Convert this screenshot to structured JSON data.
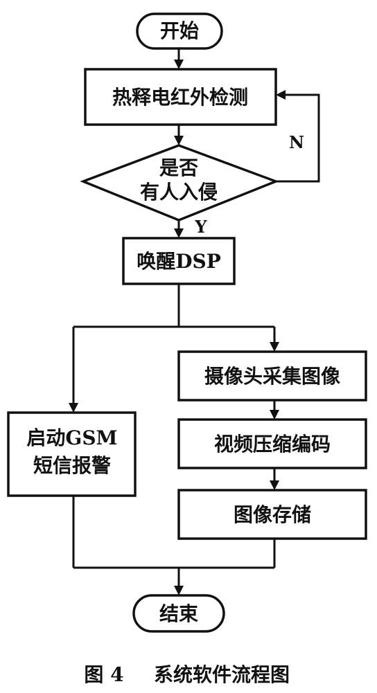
{
  "nodes": {
    "start": "开始",
    "pir_detect": "热释电红外检测",
    "decision_line1": "是否",
    "decision_line2": "有人入侵",
    "wake_dsp": "唤醒DSP",
    "camera_capture": "摄像头采集图像",
    "gsm_line1": "启动GSM",
    "gsm_line2": "短信报警",
    "video_compress": "视频压缩编码",
    "image_store": "图像存储",
    "end": "结束"
  },
  "edges": {
    "yes_label": "Y",
    "no_label": "N"
  },
  "caption": {
    "figure_number": "图 4",
    "title": "系统软件流程图"
  }
}
